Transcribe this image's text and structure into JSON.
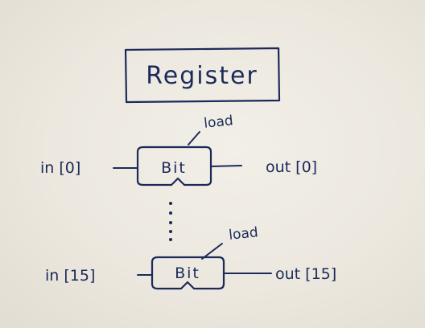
{
  "diagram": {
    "title": "Register",
    "bits": [
      {
        "label": "Bit",
        "load_label": "load",
        "input_label": "in [0]",
        "output_label": "out [0]"
      },
      {
        "label": "Bit",
        "load_label": "load",
        "input_label": "in [15]",
        "output_label": "out [15]"
      }
    ],
    "colors": {
      "ink": "#1b2a5a",
      "paper": "#eeeae2"
    }
  }
}
